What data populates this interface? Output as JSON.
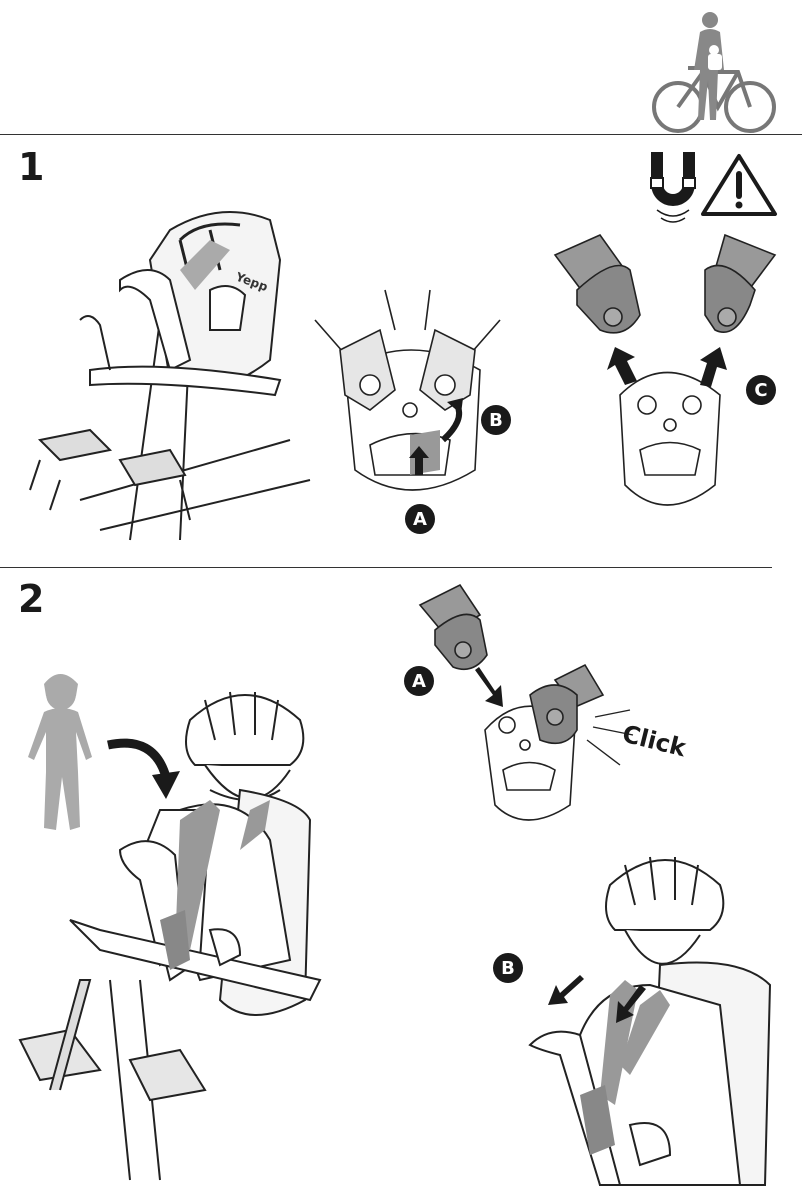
{
  "steps": [
    {
      "number": "1",
      "callouts": {
        "a": "A",
        "b": "B",
        "c": "C"
      }
    },
    {
      "number": "2",
      "callouts": {
        "a": "A",
        "b": "B"
      },
      "click_text": "Click"
    }
  ],
  "icons": {
    "header": "bicycle-rider-child-seat-icon",
    "magnet": "magnet-icon",
    "warning": "warning-triangle-icon"
  },
  "brand_mark": "Yepp"
}
